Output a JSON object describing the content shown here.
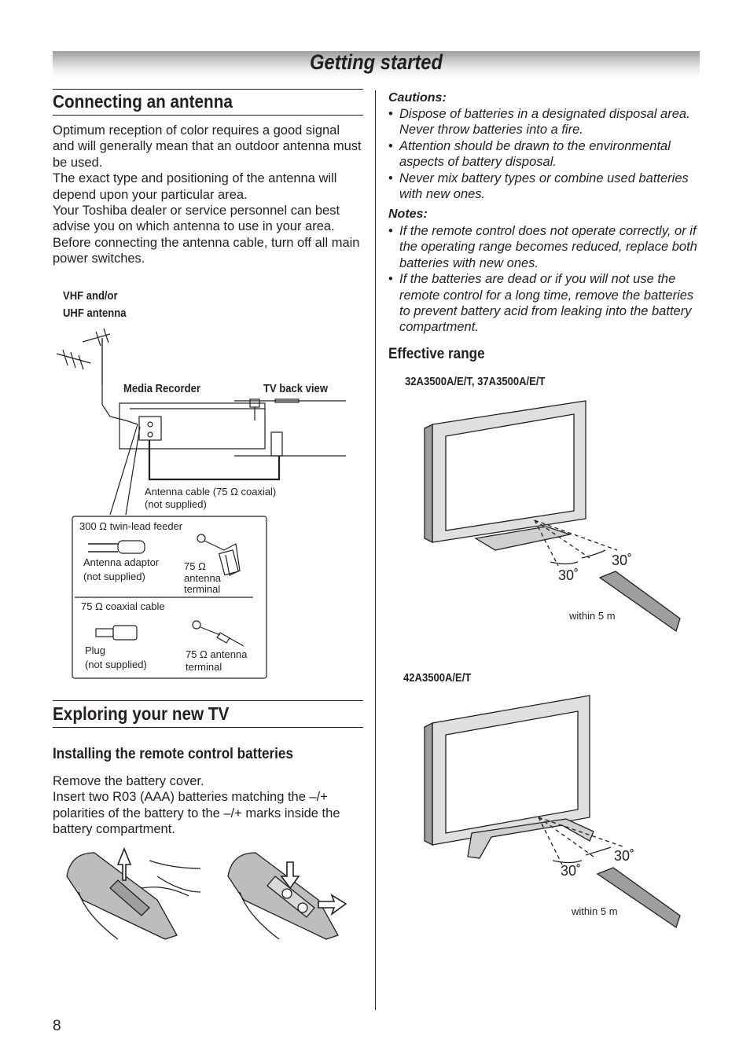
{
  "header": {
    "title": "Getting started"
  },
  "antenna": {
    "heading": "Connecting an antenna",
    "paragraphs": [
      "Optimum reception of color requires a good signal and will generally mean that an outdoor antenna must be used.",
      "The exact type and positioning of the antenna will depend upon your particular area.",
      "Your Toshiba dealer or service personnel can best advise you on which antenna to use in your area.",
      "Before connecting the antenna cable, turn off all main power switches."
    ],
    "diagram": {
      "vhf_line1": "VHF and/or",
      "vhf_line2": "UHF antenna",
      "media_recorder": "Media Recorder",
      "tv_back_view": "TV back view",
      "cable_line1": "Antenna cable (75 Ω coaxial)",
      "cable_line2": "(not supplied)",
      "twin_lead": "300 Ω twin-lead feeder",
      "adaptor_line1": "Antenna adaptor",
      "adaptor_line2": "(not supplied)",
      "terminal_a_line1": "75 Ω",
      "terminal_a_line2": "antenna",
      "terminal_a_line3": "terminal",
      "coax_cable": "75 Ω coaxial cable",
      "plug_line1": "Plug",
      "plug_line2": "(not supplied)",
      "terminal_b_line1": "75 Ω antenna",
      "terminal_b_line2": "terminal"
    }
  },
  "exploring": {
    "heading": "Exploring your new TV",
    "subheading": "Installing the remote control batteries",
    "paragraphs": [
      "Remove the battery cover.",
      "Insert two R03 (AAA) batteries matching the –/+ polarities of the battery to the –/+ marks inside the battery compartment."
    ]
  },
  "cautions": {
    "title": "Cautions:",
    "items": [
      "Dispose of batteries in a designated disposal area. Never throw batteries into a fire.",
      "Attention should be drawn to the environmental aspects of battery disposal.",
      "Never mix battery types or combine used batteries with new ones."
    ]
  },
  "notes": {
    "title": "Notes:",
    "items": [
      "If the remote control does not operate correctly, or if the operating range becomes reduced, replace both batteries with new ones.",
      "If the batteries are dead or if you will not use the remote control for a long time, remove the batteries to prevent battery acid from leaking into the battery compartment."
    ]
  },
  "effective_range": {
    "heading": "Effective range",
    "model_a": "32A3500A/E/T, 37A3500A/E/T",
    "model_b": "42A3500A/E/T",
    "angle": "30˚",
    "distance": "within 5 m"
  },
  "footer": {
    "page_number": "8"
  }
}
